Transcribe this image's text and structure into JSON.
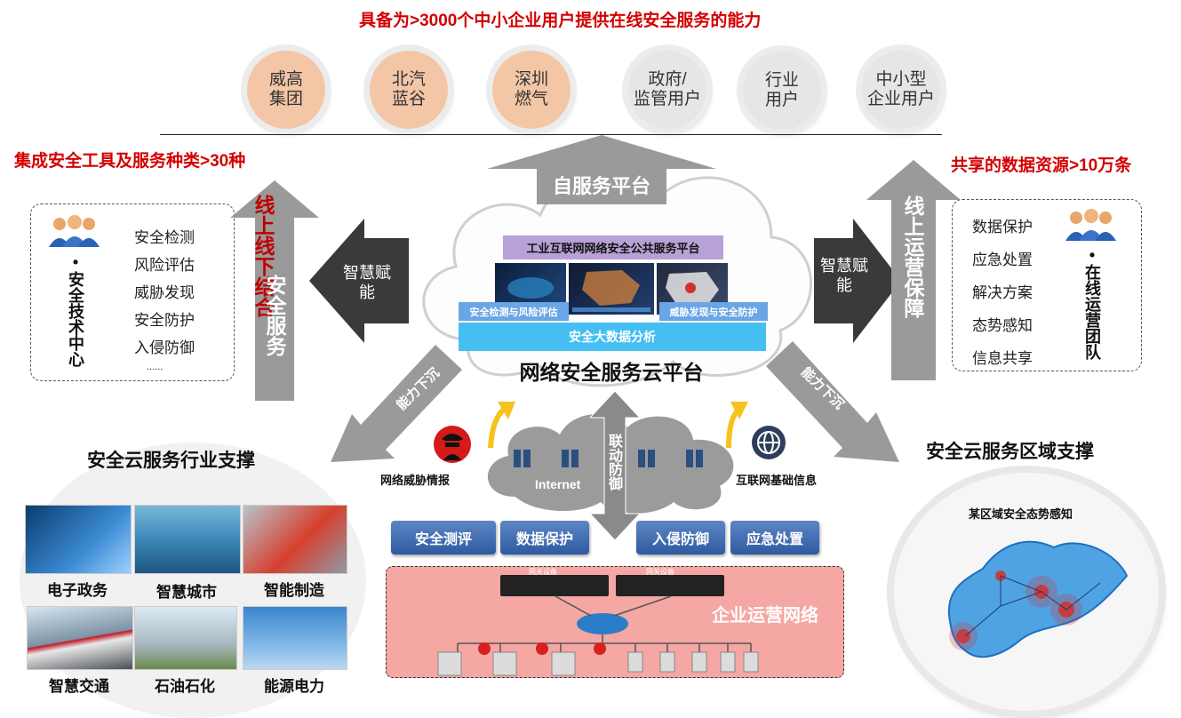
{
  "header": {
    "top_title": "具备为>3000个中小企业用户提供在线安全服务的能力",
    "left_title": "集成安全工具及服务种类>30种",
    "right_title": "共享的数据资源>10万条"
  },
  "clients": [
    {
      "l1": "威高",
      "l2": "集团",
      "color": "#f3c6a6"
    },
    {
      "l1": "北汽",
      "l2": "蓝谷",
      "color": "#f3c6a6"
    },
    {
      "l1": "深圳",
      "l2": "燃气",
      "color": "#f3c6a6"
    },
    {
      "l1": "政府/",
      "l2": "监管用户",
      "color": "#e6e6e6"
    },
    {
      "l1": "行业",
      "l2": "用户",
      "color": "#e6e6e6"
    },
    {
      "l1": "中小型",
      "l2": "企业用户",
      "color": "#e6e6e6"
    }
  ],
  "left_panel": {
    "center_label": "•安全技术中心",
    "items": [
      "安全检测",
      "风险评估",
      "威胁发现",
      "安全防护",
      "入侵防御"
    ],
    "more": "......"
  },
  "right_panel": {
    "team_label": "•在线运营团队",
    "items": [
      "数据保护",
      "应急处置",
      "解决方案",
      "态势感知",
      "信息共享"
    ]
  },
  "arrows": {
    "self_service": "自服务平台",
    "online_offline_red": "线上线下结合",
    "online_offline_white": "安全服务",
    "smart_left": "智慧赋能",
    "smart_right": "智慧赋能",
    "online_ops": "线上运营保障",
    "sink_left": "能力下沉",
    "sink_right": "能力下沉",
    "linkage": "联动防御"
  },
  "cloud_platform": {
    "top_banner": "工业互联网网络安全公共服务平台",
    "left_tag": "安全检测与风险评估",
    "right_tag": "威胁发现与安全防护",
    "bigdata": "安全大数据分析",
    "name": "网络安全服务云平台"
  },
  "internet": {
    "label": "Internet",
    "threat_intel": "网络威胁情报",
    "infra_info": "互联网基础信息"
  },
  "services": [
    "安全测评",
    "数据保护",
    "入侵防御",
    "应急处置"
  ],
  "enterprise": {
    "label": "企业运营网络",
    "gateway": "网关设备"
  },
  "industry": {
    "title": "安全云服务行业支撑",
    "items": [
      "电子政务",
      "智慧城市",
      "智能制造",
      "智慧交通",
      "石油石化",
      "能源电力"
    ]
  },
  "region": {
    "title": "安全云服务区域支撑",
    "map_title": "某区域安全态势感知"
  },
  "colors": {
    "accent_red": "#d40000",
    "peach": "#f3c6a6",
    "service_blue": "#2e5aa0",
    "enterprise_pink": "#f4a7a3",
    "arrow_dark": "#3a3a3a",
    "arrow_gray": "#9a9a9a"
  }
}
